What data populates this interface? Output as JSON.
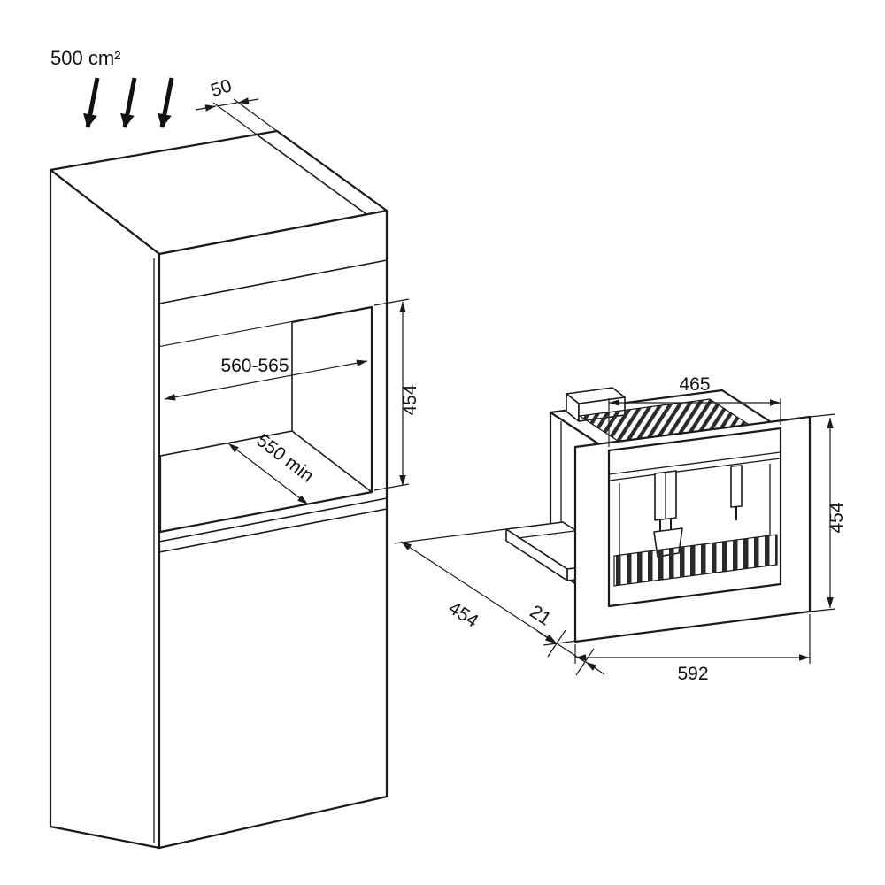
{
  "diagram": {
    "ventilation_area": "500 cm²",
    "cabinet": {
      "top_rear_gap": "50",
      "niche_width": "560-565",
      "niche_height": "454",
      "niche_depth": "550 min"
    },
    "appliance": {
      "body_width": "465",
      "height": "454",
      "front_width": "592",
      "depth": "454",
      "frame_clearance": "21"
    }
  }
}
